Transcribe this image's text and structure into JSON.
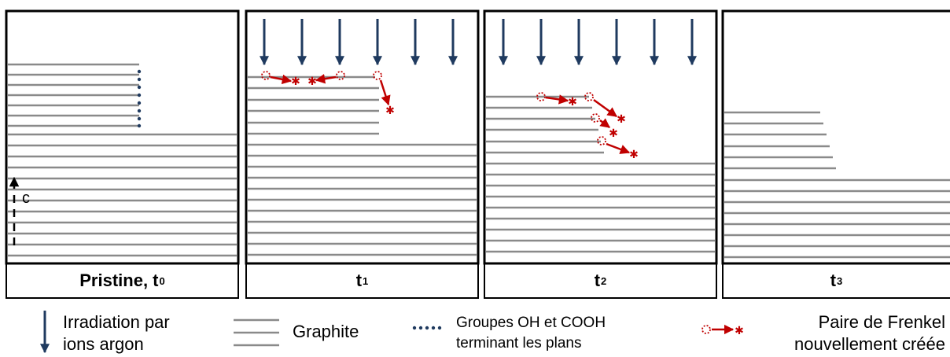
{
  "panels": [
    {
      "label_main": "Pristine, t",
      "label_sub": "0"
    },
    {
      "label_main": "t",
      "label_sub": "1"
    },
    {
      "label_main": "t",
      "label_sub": "2"
    },
    {
      "label_main": "t",
      "label_sub": "3"
    }
  ],
  "axis_label": "c",
  "legend": {
    "irradiation": [
      "Irradiation par",
      "ions argon"
    ],
    "graphite": "Graphite",
    "groupes": [
      "Groupes OH et COOH",
      "terminant les plans"
    ],
    "frenkel": [
      "Paire de Frenkel",
      "nouvellement créée"
    ]
  },
  "colors": {
    "frame": "#000000",
    "graphite": "#8a8a8a",
    "ion_arrow": "#1f3a5f",
    "oh_dots": "#1f3a5f",
    "frenkel": "#c00000"
  }
}
